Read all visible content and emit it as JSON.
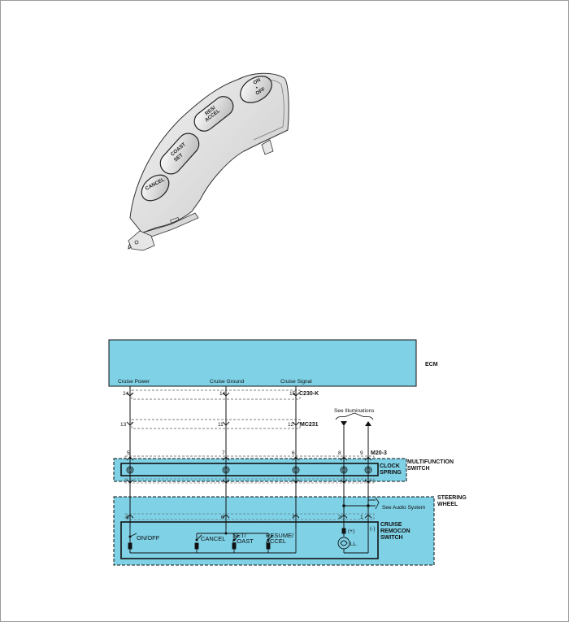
{
  "switch_illustration": {
    "buttons": {
      "on_off": [
        "ON",
        "•",
        "OFF"
      ],
      "res_accel": [
        "RES/",
        "ACCEL"
      ],
      "coast_set": [
        "COAST",
        "SET"
      ],
      "cancel": "CANCEL"
    }
  },
  "ecm": {
    "label": "ECM",
    "signals": [
      "Cruise Power",
      "Cruise Ground",
      "Cruise Signal"
    ]
  },
  "connectors": {
    "c230k": {
      "label": "C230-K",
      "pins": [
        "24",
        "14",
        "15"
      ]
    },
    "mc231": {
      "label": "MC231",
      "pins": [
        "13",
        "11",
        "12"
      ]
    },
    "m20_3": {
      "label": "M20-3",
      "pins": [
        "5",
        "7",
        "6",
        "8",
        "9"
      ]
    },
    "bottom_pins": [
      "8",
      "6",
      "7",
      "2",
      "1"
    ]
  },
  "references": {
    "illuminations": "See Illuminations",
    "audio": "See Audio System"
  },
  "components": {
    "multifunction": [
      "MULTIFUNCTION",
      "SWITCH"
    ],
    "clock_spring": [
      "CLOCK",
      "SPRING"
    ],
    "steering_wheel": [
      "STEERING",
      "WHEEL"
    ],
    "cruise_remocon": [
      "CRUISE",
      "REMOCON",
      "SWITCH"
    ]
  },
  "switches": {
    "on_off": "ON/OFF",
    "cancel": "CANCEL",
    "set_coast": [
      "SET/",
      "COAST"
    ],
    "resume_accel": [
      "RESUME/",
      "ACCEL"
    ],
    "ill": "ILL.",
    "plus": "(+)",
    "minus": "(-)"
  },
  "colors": {
    "panel": "#7fd1e6",
    "line": "#111111"
  }
}
